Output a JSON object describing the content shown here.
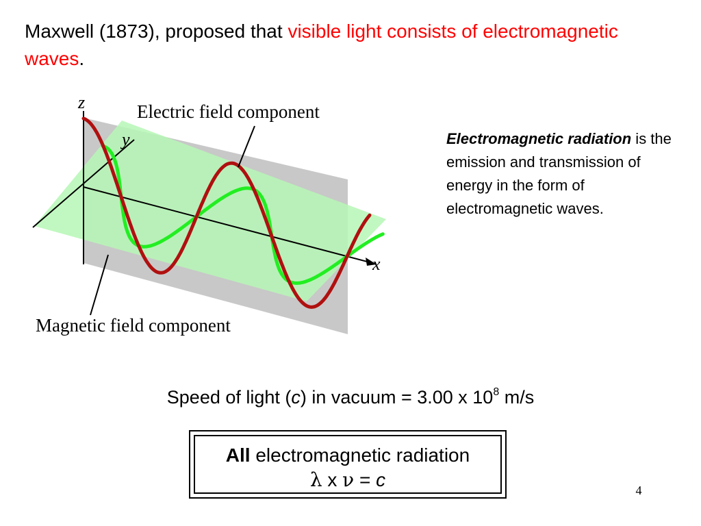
{
  "title": {
    "lead": "Maxwell (1873), proposed that ",
    "highlight": "visible light consists of electromagnetic waves",
    "end": "."
  },
  "figure": {
    "electric_label": "Electric field component",
    "magnetic_label": "Magnetic field component",
    "axis_x": "x",
    "axis_y": "y",
    "axis_z": "z",
    "colors": {
      "electric_wave": "#b01010",
      "magnetic_wave": "#22ee22",
      "vertical_plane": "#c8c8c8",
      "horizontal_plane": "#b6f7b6"
    }
  },
  "definition": {
    "term": "Electromagnetic radiation",
    "text": " is the emission and transmission of energy in the form of electromagnetic waves."
  },
  "speed": {
    "prefix": "Speed of light (",
    "symbol": "c",
    "middle": ") in vacuum = 3.00 x 10",
    "exponent": "8",
    "unit": " m/s"
  },
  "formula": {
    "bold": "All",
    "rest": " electromagnetic radiation",
    "lambda": "λ",
    "times": " x ",
    "nu": "ν",
    "equals": " = ",
    "c": "c"
  },
  "page_number": "4"
}
